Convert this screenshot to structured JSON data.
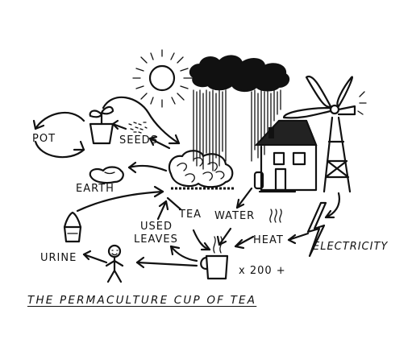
{
  "diagram": {
    "title": "THE PERMACULTURE CUP OF TEA",
    "labels": {
      "pot": "POT",
      "seeds": "SEEDS",
      "earth": "EARTH",
      "tea": "TEA",
      "water": "WATER",
      "used_leaves_line1": "USED",
      "used_leaves_line2": "LEAVES",
      "heat": "HEAT",
      "electricity": "ELECTRICITY",
      "urine": "URINE",
      "multiplier": "x 200 +"
    }
  }
}
